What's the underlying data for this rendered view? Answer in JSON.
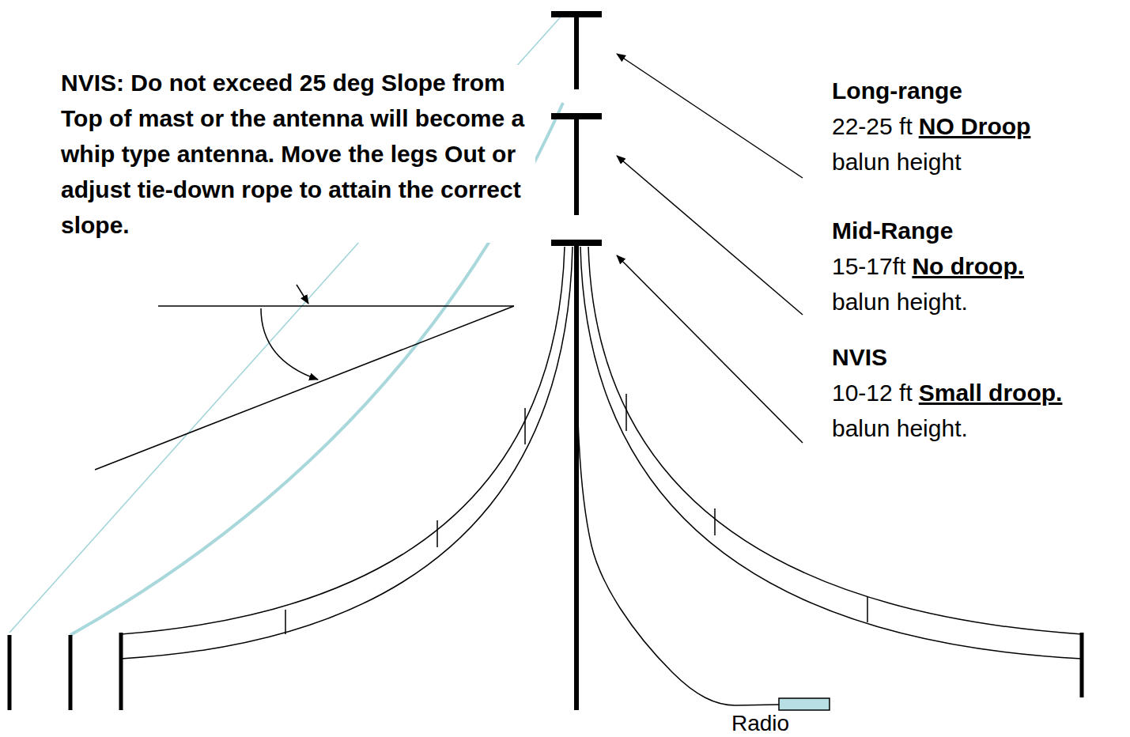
{
  "diagram": {
    "labels": [
      "NVIS: Do not exceed 25 deg Slope from Top of mast or the antenna will become a whip type antenna. Move the legs Out or adjust tie-down rope to attain the correct slope.",
      "Long-range",
      "22-25 ft",
      "NO Droop",
      "balun height",
      "Mid-Range",
      "15-17ft",
      "No droop.",
      "balun height.",
      "NVIS",
      "10-12 ft",
      "Small droop.",
      "balun height.",
      "Radio"
    ]
  }
}
